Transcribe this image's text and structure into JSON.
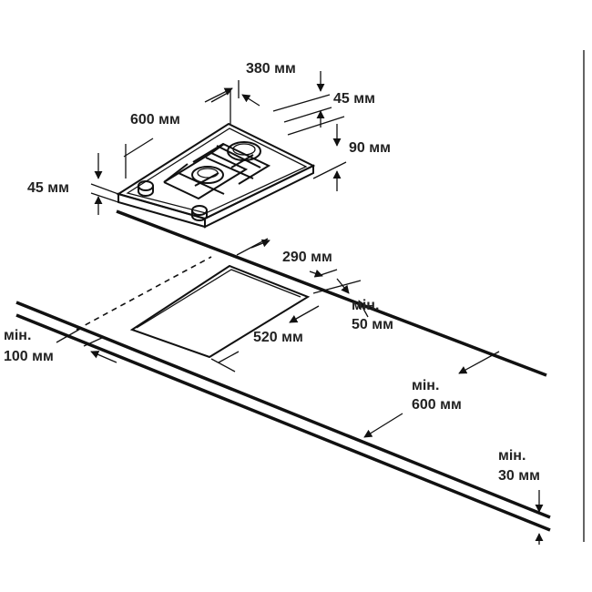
{
  "labels": {
    "hob_width_top": "380 мм",
    "hob_depth_offset": "45 мм",
    "hob_length": "600 мм",
    "hob_side_depth": "90 мм",
    "hob_height": "45 мм",
    "cutout_width": "290 мм",
    "rear_clearance_min": "мін.",
    "rear_clearance_value": "50 мм",
    "cutout_length": "520 мм",
    "front_clearance_min": "мін.",
    "front_clearance_value": "100 мм",
    "wall_clearance_min": "мін.",
    "wall_clearance_value": "600 мм",
    "worktop_thickness_min": "мін.",
    "worktop_thickness_value": "30 мм"
  }
}
